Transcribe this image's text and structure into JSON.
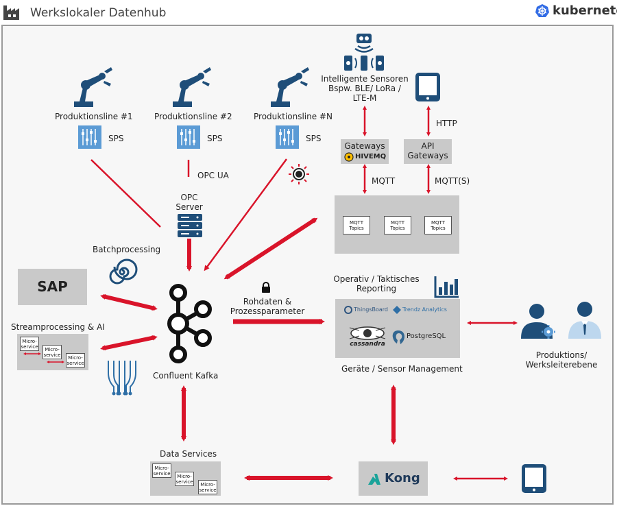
{
  "header": {
    "title": "Werkslokaler Datenhub",
    "brand": "kubernetes"
  },
  "production_lines": [
    {
      "label": "Produktionsline #1",
      "plc": "SPS"
    },
    {
      "label": "Produktionsline #2",
      "plc": "SPS"
    },
    {
      "label": "Produktionsline #N",
      "plc": "SPS"
    }
  ],
  "sensors": {
    "line1": "Intelligente Sensoren",
    "line2": "Bspw. BLE/ LoRa /",
    "line3": "LTE-M"
  },
  "protocols": {
    "http": "HTTP",
    "mqtt": "MQTT",
    "mqtts": "MQTT(S)",
    "opcua": "OPC UA"
  },
  "gateways": {
    "label": "Gateways",
    "brand": "HIVEMQ",
    "api_line1": "API",
    "api_line2": "Gateways"
  },
  "mqtt_topics": [
    {
      "line1": "MQTT",
      "line2": "Topics"
    },
    {
      "line1": "MQTT",
      "line2": "Topics"
    },
    {
      "line1": "MQTT",
      "line2": "Topics"
    }
  ],
  "opc": {
    "line1": "OPC",
    "line2": "Server"
  },
  "batch": {
    "label": "Batchprocessing"
  },
  "sap": {
    "label": "SAP"
  },
  "stream": {
    "label": "Streamprocessing & AI"
  },
  "microservices": [
    {
      "line1": "Micro-",
      "line2": "service"
    },
    {
      "line1": "Micro-",
      "line2": "service"
    },
    {
      "line1": "Micro-",
      "line2": "service"
    }
  ],
  "kafka": {
    "label": "Confluent Kafka"
  },
  "raw": {
    "line1": "Rohdaten &",
    "line2": "Prozessparameter"
  },
  "reporting": {
    "line1": "Operativ / Taktisches",
    "line2": "Reporting",
    "tools": {
      "thingsboard": "ThingsBoard",
      "trendz": "Trendz Analytics",
      "cassandra": "cassandra",
      "postgres": "PostgreSQL"
    },
    "footer": "Geräte / Sensor Management"
  },
  "users": {
    "line1": "Produktions/",
    "line2": "Werksleiterebene"
  },
  "data_services": {
    "label": "Data Services"
  },
  "kong": {
    "label": "Kong"
  },
  "colors": {
    "arrow": "#d9142a",
    "icon": "#1f4e79",
    "box": "#c9c9c9"
  }
}
